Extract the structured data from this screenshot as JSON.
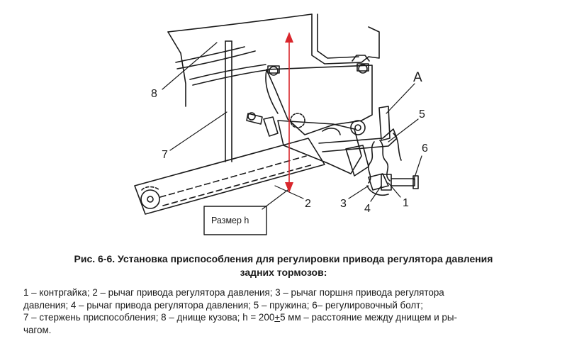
{
  "figure": {
    "callouts": {
      "a": "A",
      "n1": "1",
      "n2": "2",
      "n3": "3",
      "n4": "4",
      "n5": "5",
      "n6": "6",
      "n7": "7",
      "n8": "8"
    },
    "size_label": "Размер h",
    "accent_color": "#d9262c",
    "line_color": "#1a1a1a"
  },
  "caption": {
    "line1": "Рис. 6-6. Установка приспособления для регулировки привода регулятора давления",
    "line2": "задних тормозов:"
  },
  "legend": {
    "line1": "1 – контргайка; 2 – рычаг привода регулятора давления; 3 – рычаг поршня привода регулятора",
    "line2": "давления; 4 – рычаг привода регулятора давления; 5 – пружина;  6– регулировочный болт;",
    "line3_before": "7 – стержень приспособления; 8 – днище кузова; h = 200",
    "line3_plus": "+",
    "line3_after": "5 мм – расстояние между днищем и ры-",
    "line4": "чагом."
  }
}
